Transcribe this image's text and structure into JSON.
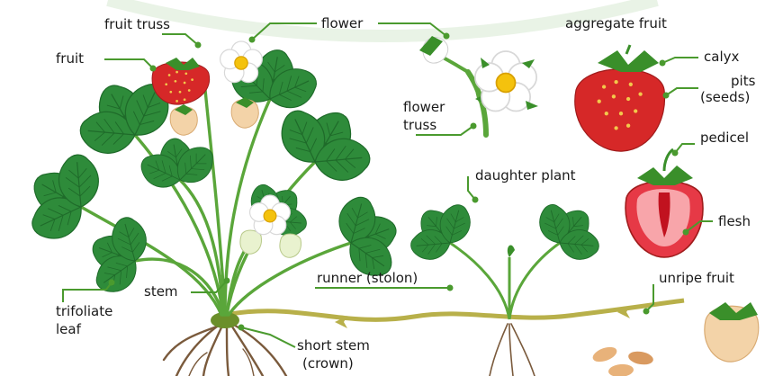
{
  "labels": {
    "fruit_truss": "fruit truss",
    "fruit": "fruit",
    "flower": "flower",
    "aggregate_fruit": "aggregate fruit",
    "calyx": "calyx",
    "pits_line1": "pits",
    "pits_line2": "(seeds)",
    "flower_truss_line1": "flower",
    "flower_truss_line2": "truss",
    "pedicel": "pedicel",
    "daughter_plant": "daughter plant",
    "flesh": "flesh",
    "unripe_fruit": "unripe fruit",
    "stem": "stem",
    "runner_stolon": "runner (stolon)",
    "trifoliate_line1": "trifoliate",
    "trifoliate_line2": "leaf",
    "short_stem_line1": "short stem",
    "short_stem_line2": "(crown)"
  },
  "colors": {
    "leader_green": "#4a9a2e",
    "leaf_dark": "#2e7d32",
    "leaf_light": "#5cb85c",
    "berry_red": "#d62828",
    "seed_yellow": "#f2c84b",
    "runner": "#b8b04a",
    "root": "#7a5a3c",
    "flower_center": "#f4c20d"
  }
}
